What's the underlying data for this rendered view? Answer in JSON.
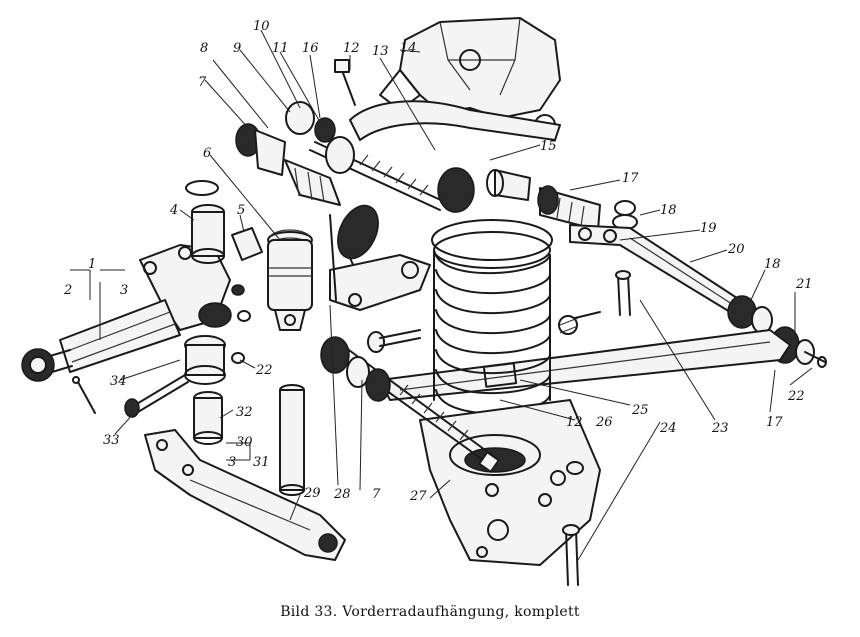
{
  "caption": "Bild 33. Vorderradaufhängung, komplett",
  "callouts": [
    "1",
    "2",
    "3",
    "4",
    "5",
    "6",
    "7",
    "8",
    "9",
    "10",
    "11",
    "12",
    "13",
    "14",
    "15",
    "16",
    "17",
    "18",
    "19",
    "20",
    "21",
    "22",
    "23",
    "24",
    "25",
    "26",
    "27",
    "28",
    "29",
    "30",
    "31",
    "32",
    "33",
    "34"
  ]
}
